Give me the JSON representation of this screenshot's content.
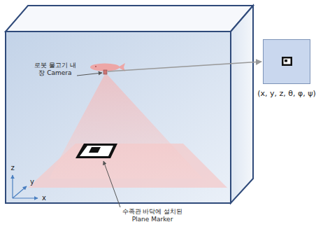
{
  "diagram": {
    "nodes": [
      {
        "text": [
          "(x, y, z, θ, φ, ψ)"
        ]
      }
    ],
    "labels": [
      "로봇 물고기 내장 Camera",
      "수족관 바닥에 설치된 Plane Marker",
      "z",
      "y",
      "x"
    ]
  }
}
